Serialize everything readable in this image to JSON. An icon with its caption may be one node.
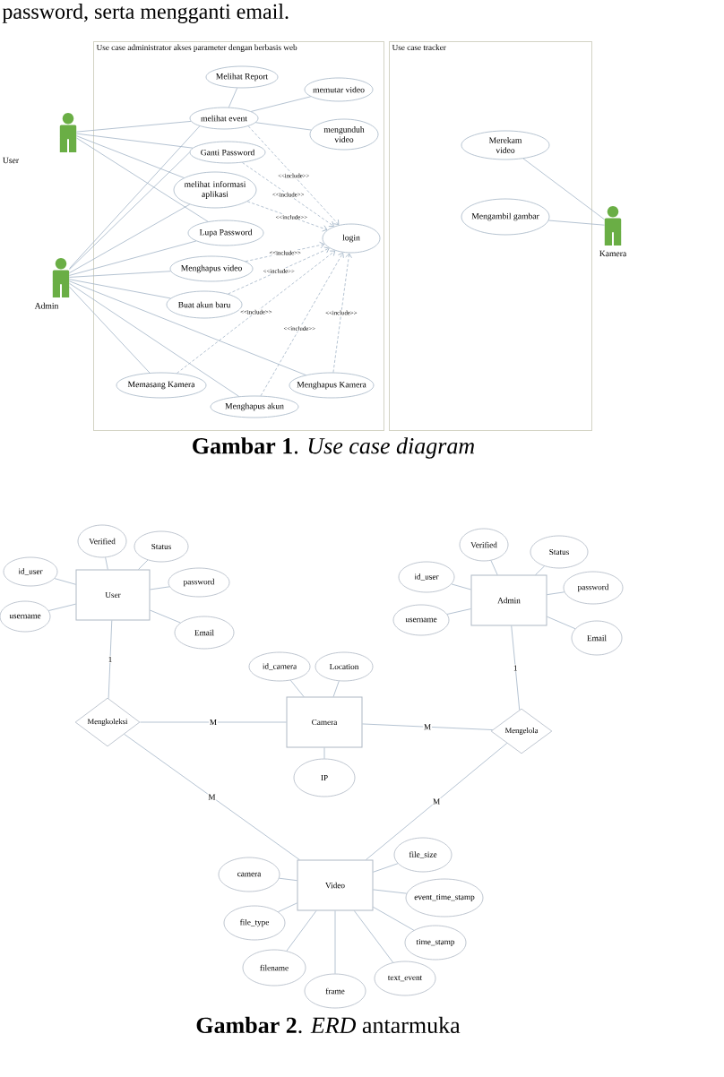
{
  "diagram": {
    "nodes": [
      {
        "text": [
          "Use case administrator akses parameter dengan berbasis web"
        ]
      },
      {
        "text": [
          "Melihat Report"
        ],
        "in": 0
      },
      {
        "text": [
          "memutar video"
        ],
        "in": 0
      },
      {
        "text": [
          "melihat event"
        ],
        "in": 0
      },
      {
        "text": [
          "mengunduh video"
        ],
        "in": 0
      },
      {
        "text": [
          "Ganti Password"
        ],
        "in": 0
      },
      {
        "text": [
          "melihat informasi aplikasi"
        ],
        "in": 0
      },
      {
        "text": [
          "Lupa Password"
        ],
        "in": 0
      },
      {
        "text": [
          "login"
        ],
        "in": 0
      },
      {
        "text": [
          "Menghapus video"
        ],
        "in": 0
      },
      {
        "text": [
          "Buat akun baru"
        ],
        "in": 0
      },
      {
        "text": [
          "Memasang Kamera"
        ],
        "in": 0
      },
      {
        "text": [
          "Menghapus Kamera"
        ],
        "in": 0
      },
      {
        "text": [
          "Menghapus akun"
        ],
        "in": 0
      },
      {
        "text": [
          "Use case tracker"
        ]
      },
      {
        "text": [
          "Merekam video"
        ],
        "in": 14
      },
      {
        "text": [
          "Mengambil gambar"
        ],
        "in": 14
      },
      {
        "text": [
          "User"
        ]
      },
      {
        "text": [
          "Admin"
        ]
      },
      {
        "text": [
          "Kamera"
        ]
      },
      {
        "text": [
          "User"
        ]
      },
      {
        "text": [
          "Verified"
        ]
      },
      {
        "text": [
          "Status"
        ]
      },
      {
        "text": [
          "id_user"
        ]
      },
      {
        "text": [
          "password"
        ]
      },
      {
        "text": [
          "username"
        ]
      },
      {
        "text": [
          "Email"
        ]
      },
      {
        "text": [
          "Admin"
        ]
      },
      {
        "text": [
          "Verified"
        ]
      },
      {
        "text": [
          "Status"
        ]
      },
      {
        "text": [
          "id_user"
        ]
      },
      {
        "text": [
          "password"
        ]
      },
      {
        "text": [
          "username"
        ]
      },
      {
        "text": [
          "Email"
        ]
      },
      {
        "text": [
          "Mengkoleksi"
        ]
      },
      {
        "text": [
          "Camera"
        ]
      },
      {
        "text": [
          "id_camera"
        ]
      },
      {
        "text": [
          "Location"
        ]
      },
      {
        "text": [
          "IP"
        ]
      },
      {
        "text": [
          "Mengelola"
        ]
      },
      {
        "text": [
          "Video"
        ]
      },
      {
        "text": [
          "camera"
        ]
      },
      {
        "text": [
          "file_size"
        ]
      },
      {
        "text": [
          "event_time_stamp"
        ]
      },
      {
        "text": [
          "file_type"
        ]
      },
      {
        "text": [
          "time_stamp"
        ]
      },
      {
        "text": [
          "filename"
        ]
      },
      {
        "text": [
          "frame"
        ]
      },
      {
        "text": [
          "text_event"
        ]
      }
    ],
    "edges": [
      {
        "from": 17,
        "to": 3,
        "arrow": "none"
      },
      {
        "from": 17,
        "to": 5,
        "arrow": "none"
      },
      {
        "from": 17,
        "to": 6,
        "arrow": "none"
      },
      {
        "from": 17,
        "to": 7,
        "arrow": "none"
      },
      {
        "from": 18,
        "to": 3,
        "arrow": "none"
      },
      {
        "from": 18,
        "to": 5,
        "arrow": "none"
      },
      {
        "from": 18,
        "to": 6,
        "arrow": "none"
      },
      {
        "from": 18,
        "to": 7,
        "arrow": "none"
      },
      {
        "from": 18,
        "to": 9,
        "arrow": "none"
      },
      {
        "from": 18,
        "to": 10,
        "arrow": "none"
      },
      {
        "from": 18,
        "to": 11,
        "arrow": "none"
      },
      {
        "from": 18,
        "to": 13,
        "arrow": "none"
      },
      {
        "from": 18,
        "to": 12,
        "arrow": "none"
      },
      {
        "from": 1,
        "to": 3,
        "arrow": "none"
      },
      {
        "from": 2,
        "to": 3,
        "arrow": "none"
      },
      {
        "from": 4,
        "to": 3,
        "arrow": "none"
      },
      {
        "from": 3,
        "to": 8,
        "arrow": "to",
        "style": "dashed",
        "label": "<<include>>"
      },
      {
        "from": 5,
        "to": 8,
        "arrow": "to",
        "style": "dashed",
        "label": "<<include>>"
      },
      {
        "from": 6,
        "to": 8,
        "arrow": "to",
        "style": "dashed",
        "label": "<<include>>"
      },
      {
        "from": 9,
        "to": 8,
        "arrow": "to",
        "style": "dashed",
        "label": "<<include>>"
      },
      {
        "from": 10,
        "to": 8,
        "arrow": "to",
        "style": "dashed",
        "label": "<<include>>"
      },
      {
        "from": 11,
        "to": 8,
        "arrow": "to",
        "style": "dashed",
        "label": "<<include>>"
      },
      {
        "from": 13,
        "to": 8,
        "arrow": "to",
        "style": "dashed",
        "label": "<<include>>"
      },
      {
        "from": 12,
        "to": 8,
        "arrow": "to",
        "style": "dashed",
        "label": "<<include>>"
      },
      {
        "from": 19,
        "to": 15,
        "arrow": "none"
      },
      {
        "from": 19,
        "to": 16,
        "arrow": "none"
      },
      {
        "from": 20,
        "to": 21,
        "arrow": "none"
      },
      {
        "from": 20,
        "to": 22,
        "arrow": "none"
      },
      {
        "from": 20,
        "to": 23,
        "arrow": "none"
      },
      {
        "from": 20,
        "to": 24,
        "arrow": "none"
      },
      {
        "from": 20,
        "to": 25,
        "arrow": "none"
      },
      {
        "from": 20,
        "to": 26,
        "arrow": "none"
      },
      {
        "from": 27,
        "to": 28,
        "arrow": "none"
      },
      {
        "from": 27,
        "to": 29,
        "arrow": "none"
      },
      {
        "from": 27,
        "to": 30,
        "arrow": "none"
      },
      {
        "from": 27,
        "to": 31,
        "arrow": "none"
      },
      {
        "from": 27,
        "to": 32,
        "arrow": "none"
      },
      {
        "from": 27,
        "to": 33,
        "arrow": "none"
      },
      {
        "from": 20,
        "to": 34,
        "arrow": "none",
        "label": "1"
      },
      {
        "from": 34,
        "to": 35,
        "arrow": "none",
        "label": "M"
      },
      {
        "from": 35,
        "to": 36,
        "arrow": "none"
      },
      {
        "from": 35,
        "to": 37,
        "arrow": "none"
      },
      {
        "from": 35,
        "to": 38,
        "arrow": "none"
      },
      {
        "from": 35,
        "to": 39,
        "arrow": "none",
        "label": "M"
      },
      {
        "from": 27,
        "to": 39,
        "arrow": "none",
        "label": "1"
      },
      {
        "from": 34,
        "to": 40,
        "arrow": "none",
        "label": "M"
      },
      {
        "from": 39,
        "to": 40,
        "arrow": "none",
        "label": "M"
      },
      {
        "from": 40,
        "to": 41,
        "arrow": "none"
      },
      {
        "from": 40,
        "to": 42,
        "arrow": "none"
      },
      {
        "from": 40,
        "to": 43,
        "arrow": "none"
      },
      {
        "from": 40,
        "to": 44,
        "arrow": "none"
      },
      {
        "from": 40,
        "to": 45,
        "arrow": "none"
      },
      {
        "from": 40,
        "to": 46,
        "arrow": "none"
      },
      {
        "from": 40,
        "to": 47,
        "arrow": "none"
      },
      {
        "from": 40,
        "to": 48,
        "arrow": "none"
      }
    ],
    "labels": [
      "password, serta mengganti email.",
      "**Gambar 1**. *Use case diagram*",
      "**Gambar 2**. *ERD* antarmuka"
    ]
  }
}
